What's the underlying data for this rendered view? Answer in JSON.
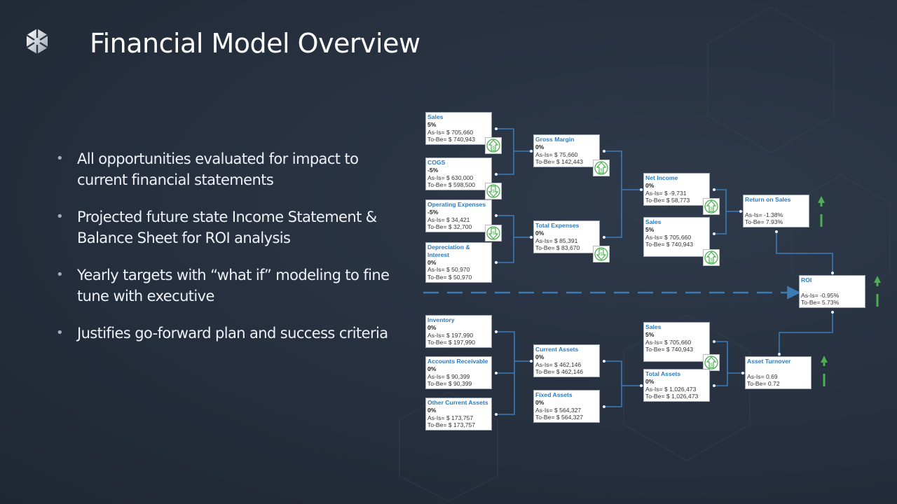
{
  "header": {
    "title": "Financial Model Overview",
    "logo": "hexagon-knot-logo"
  },
  "bullets": [
    "All opportunities evaluated for impact to current financial statements",
    "Projected future state Income Statement & Balance Sheet for ROI analysis",
    "Yearly targets with “what if” modeling to fine tune with executive",
    "Justifies go-forward plan and success criteria"
  ],
  "colors": {
    "accent": "#2b7bbf",
    "connector": "#3d7bb5",
    "positive": "#4caf50"
  },
  "nodes": [
    {
      "id": "sales1",
      "title": "Sales",
      "pct": "5%",
      "as_is": "As-Is= $ 705,660",
      "to_be": "To-Be= $ 740,943",
      "icon": "dollar-up-icon"
    },
    {
      "id": "cogs",
      "title": "COGS",
      "pct": "-5%",
      "as_is": "As-Is= $ 630,000",
      "to_be": "To-Be= $ 598,500",
      "icon": "dollar-down-icon"
    },
    {
      "id": "opex",
      "title": "Operating Expenses",
      "pct": "-5%",
      "as_is": "As-Is= $ 34,421",
      "to_be": "To-Be= $ 32,700",
      "icon": "dollar-down-icon"
    },
    {
      "id": "dep",
      "title": "Depreciation & Interest",
      "pct": "0%",
      "as_is": "As-Is= $ 50,970",
      "to_be": "To-Be= $ 50,970",
      "icon": ""
    },
    {
      "id": "gm",
      "title": "Gross Margin",
      "pct": "0%",
      "as_is": "As-Is= $ 75,660",
      "to_be": "To-Be= $ 142,443",
      "icon": "dollar-up-icon"
    },
    {
      "id": "te",
      "title": "Total Expenses",
      "pct": "0%",
      "as_is": "As-Is= $ 85,391",
      "to_be": "To-Be= $ 83,670",
      "icon": "dollar-down-icon"
    },
    {
      "id": "ni",
      "title": "Net Income",
      "pct": "0%",
      "as_is": "As-Is= $ -9,731",
      "to_be": "To-Be= $ 58,773",
      "icon": "dollar-up-icon"
    },
    {
      "id": "sales2",
      "title": "Sales",
      "pct": "5%",
      "as_is": "As-Is= $ 705,660",
      "to_be": "To-Be= $ 740,943",
      "icon": "dollar-up-icon"
    },
    {
      "id": "ros",
      "title": "Return on Sales",
      "pct": "",
      "as_is": "As-Is= -1.38%",
      "to_be": "To-Be= 7.93%",
      "icon": ""
    },
    {
      "id": "roi",
      "title": "ROI",
      "pct": "",
      "as_is": "As-Is= -0.95%",
      "to_be": "To-Be= 5.73%",
      "icon": ""
    },
    {
      "id": "inv",
      "title": "Inventory",
      "pct": "0%",
      "as_is": "As-Is= $ 197,990",
      "to_be": "To-Be= $ 197,990",
      "icon": ""
    },
    {
      "id": "ar",
      "title": "Accounts Receivable",
      "pct": "0%",
      "as_is": "As-Is= $ 90,399",
      "to_be": "To-Be= $ 90,399",
      "icon": ""
    },
    {
      "id": "oca",
      "title": "Other Current Assets",
      "pct": "0%",
      "as_is": "As-Is= $ 173,757",
      "to_be": "To-Be= $ 173,757",
      "icon": ""
    },
    {
      "id": "ca",
      "title": "Current Assets",
      "pct": "0%",
      "as_is": "As-Is= $ 462,146",
      "to_be": "To-Be= $ 462,146",
      "icon": ""
    },
    {
      "id": "fa",
      "title": "Fixed Assets",
      "pct": "0%",
      "as_is": "As-Is= $ 564,327",
      "to_be": "To-Be= $ 564,327",
      "icon": ""
    },
    {
      "id": "sales3",
      "title": "Sales",
      "pct": "5%",
      "as_is": "As-Is= $ 705,660",
      "to_be": "To-Be= $ 740,943",
      "icon": "dollar-up-icon"
    },
    {
      "id": "ta",
      "title": "Total Assets",
      "pct": "0%",
      "as_is": "As-Is= $ 1,026,473",
      "to_be": "To-Be= $ 1,026,473",
      "icon": ""
    },
    {
      "id": "at",
      "title": "Asset Turnover",
      "pct": "",
      "as_is": "As-Is= 0.69",
      "to_be": "To-Be= 0.72",
      "icon": ""
    }
  ],
  "trend_indicators": [
    {
      "id": "ros",
      "direction": "up"
    },
    {
      "id": "roi",
      "direction": "up"
    },
    {
      "id": "at",
      "direction": "up"
    }
  ]
}
